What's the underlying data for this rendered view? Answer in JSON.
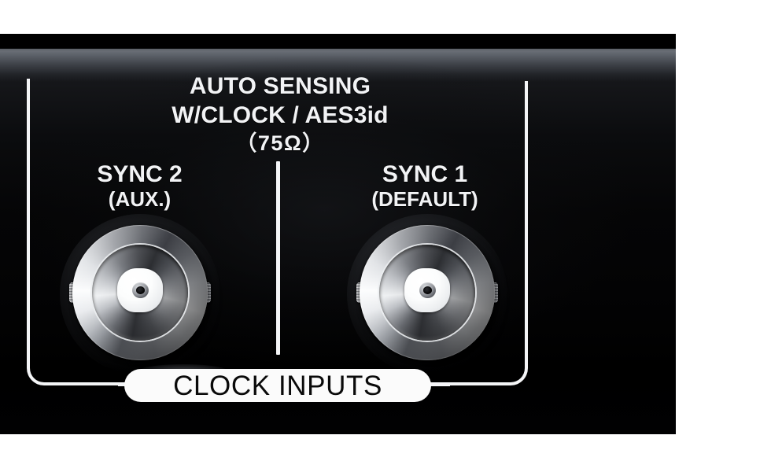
{
  "panel": {
    "device_type": "rack-panel-clock-inputs",
    "background_color": "#000000",
    "accent_color": "#f4f5f7"
  },
  "heading": {
    "line1": "AUTO SENSING",
    "line2": "W/CLOCK / AES3id",
    "line3": "（75Ω）"
  },
  "ports": [
    {
      "id": "sync-2",
      "title": "SYNC 2",
      "subtitle": "(AUX.)",
      "connector_type": "bnc-75-ohm"
    },
    {
      "id": "sync-1",
      "title": "SYNC 1",
      "subtitle": "(DEFAULT)",
      "connector_type": "bnc-75-ohm"
    }
  ],
  "group": {
    "pill_label": "CLOCK INPUTS",
    "pill_text_color": "#0a0a0a",
    "pill_background_color": "#fbfbfb"
  }
}
